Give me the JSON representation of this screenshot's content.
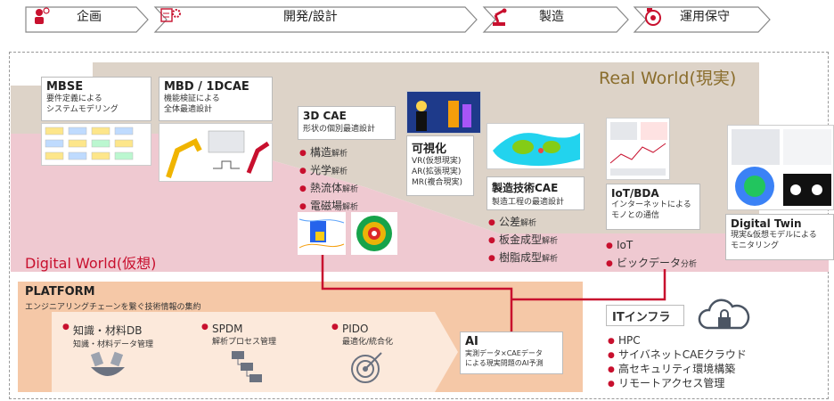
{
  "phases": {
    "planning": "企画",
    "development": "開発/設計",
    "manufacturing": "製造",
    "operation": "運用保守"
  },
  "real_world": "Real World(現実)",
  "digital_world": "Digital World(仮想)",
  "mbse": {
    "title": "MBSE",
    "desc1": "要件定義による",
    "desc2": "システムモデリング"
  },
  "mbd": {
    "title": "MBD / 1DCAE",
    "desc1": "機能検証による",
    "desc2": "全体最適設計"
  },
  "cae3d": {
    "title": "3D CAE",
    "desc": "形状の個別最適設計",
    "items": [
      {
        "main": "構造",
        "suffix": "解析"
      },
      {
        "main": "光学",
        "suffix": "解析"
      },
      {
        "main": "熱流体",
        "suffix": "解析"
      },
      {
        "main": "電磁場",
        "suffix": "解析"
      }
    ]
  },
  "visual": {
    "title": "可視化",
    "l1": "VR(仮想現実)",
    "l2": "AR(拡張現実)",
    "l3": "MR(複合現実)"
  },
  "mfgcae": {
    "title": "製造技術CAE",
    "desc": "製造工程の最適設計",
    "items": [
      {
        "main": "公差",
        "suffix": "解析"
      },
      {
        "main": "板金成型",
        "suffix": "解析"
      },
      {
        "main": "樹脂成型",
        "suffix": "解析"
      }
    ]
  },
  "iot": {
    "title": "IoT/BDA",
    "desc1": "インターネットによる",
    "desc2": "モノとの通信",
    "items": [
      {
        "main": "IoT",
        "suffix": ""
      },
      {
        "main": "ビックデータ",
        "suffix": "分析"
      }
    ]
  },
  "twin": {
    "title": "Digital Twin",
    "desc1": "現実&仮想モデルによる",
    "desc2": "モニタリング"
  },
  "platform": {
    "title": "PLATFORM",
    "desc": "エンジニアリングチェーンを繋ぐ技術情報の集約",
    "items": [
      {
        "title": "知識・材料DB",
        "desc": "知識・材料データ管理"
      },
      {
        "title": "SPDM",
        "desc": "解析プロセス管理"
      },
      {
        "title": "PIDO",
        "desc": "最適化/統合化"
      }
    ]
  },
  "ai": {
    "title": "AI",
    "desc1": "実測データ×CAEデータ",
    "desc2": "による現実問題のAI予測"
  },
  "infra": {
    "title": "ITインフラ",
    "items": [
      "HPC",
      "サイバネットCAEクラウド",
      "高セキュリティ環境構築",
      "リモートアクセス管理"
    ]
  },
  "colors": {
    "accent": "#c8102e",
    "real": "#ddd3c8",
    "digital": "#efc9d1",
    "platform": "#f5c8a7",
    "platform_inner": "#fce9db"
  }
}
